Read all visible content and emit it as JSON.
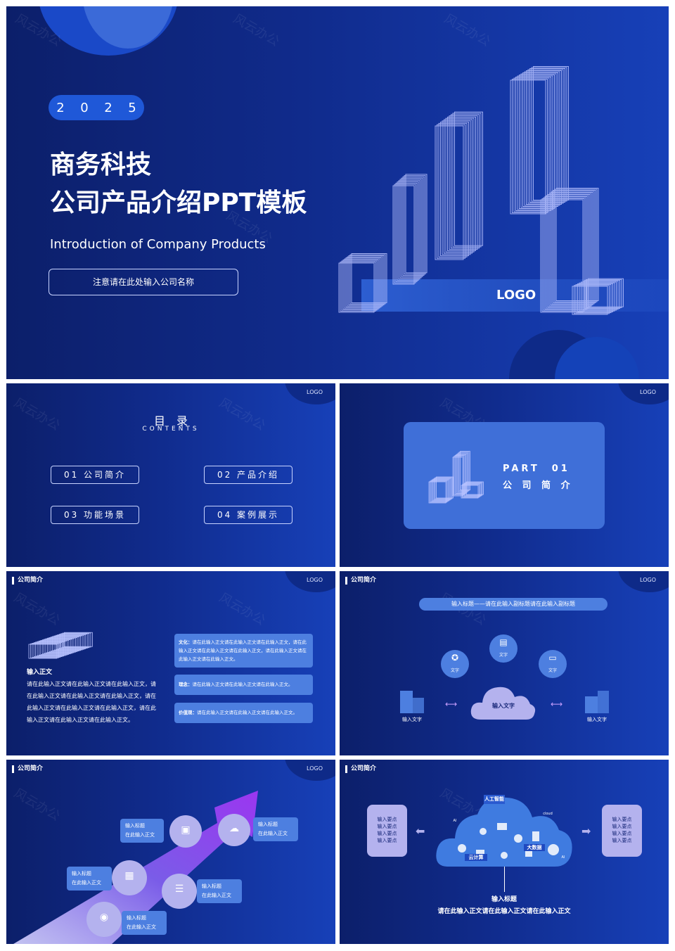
{
  "watermark": "风云办公",
  "cover": {
    "year_chars": [
      "2",
      "0",
      "2",
      "5"
    ],
    "title_line1": "商务科技",
    "title_line2": "公司产品介绍PPT模板",
    "subtitle": "Introduction of Company Products",
    "company_button": "注意请在此处输入公司名称",
    "logo": "LOGO"
  },
  "logo_small": "LOGO",
  "toc": {
    "title": "目　录",
    "subtitle": "CONTENTS",
    "items": [
      "01 公司简介",
      "02 产品介绍",
      "03 功能场景",
      "04 案例展示"
    ]
  },
  "part": {
    "label": "PART　01",
    "name": "公 司 简 介"
  },
  "section_title": "公司简介",
  "intro": {
    "heading": "输入正文",
    "body": "请在此输入正文请在此输入正文请在此输入正文，请在此输入正文请在此输入正文请在此输入正文，请在此输入正文请在此输入正文请在此输入正文，请在此输入正文请在此输入正文请在此输入正文。",
    "cards": [
      {
        "label": "文化：",
        "text": "请在此输入正文请在此输入正文请在此输入正文，请在此输入正文请在此输入正文请在此输入正文，请在此输入正文请在此输入正文请在此输入正文。"
      },
      {
        "label": "理念：",
        "text": "请在此输入正文请在此输入正文请在此输入正文。"
      },
      {
        "label": "价值观：",
        "text": "请在此输入正文请在此输入正文请在此输入正文。"
      }
    ]
  },
  "cloud_slide": {
    "banner": "输入标题——请在此输入副标题请在此输入副标题",
    "circle_labels": [
      "文字",
      "文字",
      "文字"
    ],
    "center": "输入文字",
    "left": "输入文字",
    "right": "输入文字"
  },
  "arrow_slide": {
    "items": [
      {
        "title": "输入标题",
        "text": "在此输入正文"
      },
      {
        "title": "输入标题",
        "text": "在此输入正文"
      },
      {
        "title": "输入标题",
        "text": "在此输入正文"
      },
      {
        "title": "输入标题",
        "text": "在此输入正文"
      },
      {
        "title": "输入标题",
        "text": "在此输入正文"
      }
    ]
  },
  "tech_slide": {
    "points": "输入要点",
    "cloud_tags": [
      "人工智能",
      "大数据",
      "云计算",
      "cloud",
      "AI",
      "AI"
    ],
    "heading": "输入标题",
    "body": "请在此输入正文请在此输入正文请在此输入正文"
  },
  "colors": {
    "bg_dark": "#0c1f6a",
    "bg_blue": "#1740b8",
    "card_blue": "#4d7fe0",
    "lavender": "#b4b2ee"
  }
}
